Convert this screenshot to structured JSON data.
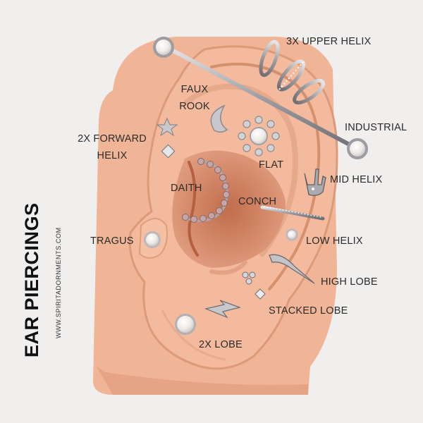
{
  "title": "EAR PIERCINGS",
  "website": "WWW.SPIRITADORNMENTS.COM",
  "labels": {
    "upper_helix": "3X UPPER HELIX",
    "faux_rook_1": "FAUX",
    "faux_rook_2": "ROOK",
    "industrial": "INDUSTRIAL",
    "forward_helix_1": "2X FORWARD",
    "forward_helix_2": "HELIX",
    "flat": "FLAT",
    "daith": "DAITH",
    "mid_helix": "MID HELIX",
    "conch": "CONCH",
    "tragus": "TRAGUS",
    "low_helix": "LOW HELIX",
    "high_lobe": "HIGH LOBE",
    "stacked_lobe": "STACKED LOBE",
    "lobe": "2X LOBE"
  },
  "colors": {
    "background": "#f1efee",
    "skin": "#f2b79a",
    "skin_shadow": "#d9906e",
    "metal": "#b9b9bd",
    "opal": "#f4f1ee",
    "text": "#2b2b2b"
  }
}
